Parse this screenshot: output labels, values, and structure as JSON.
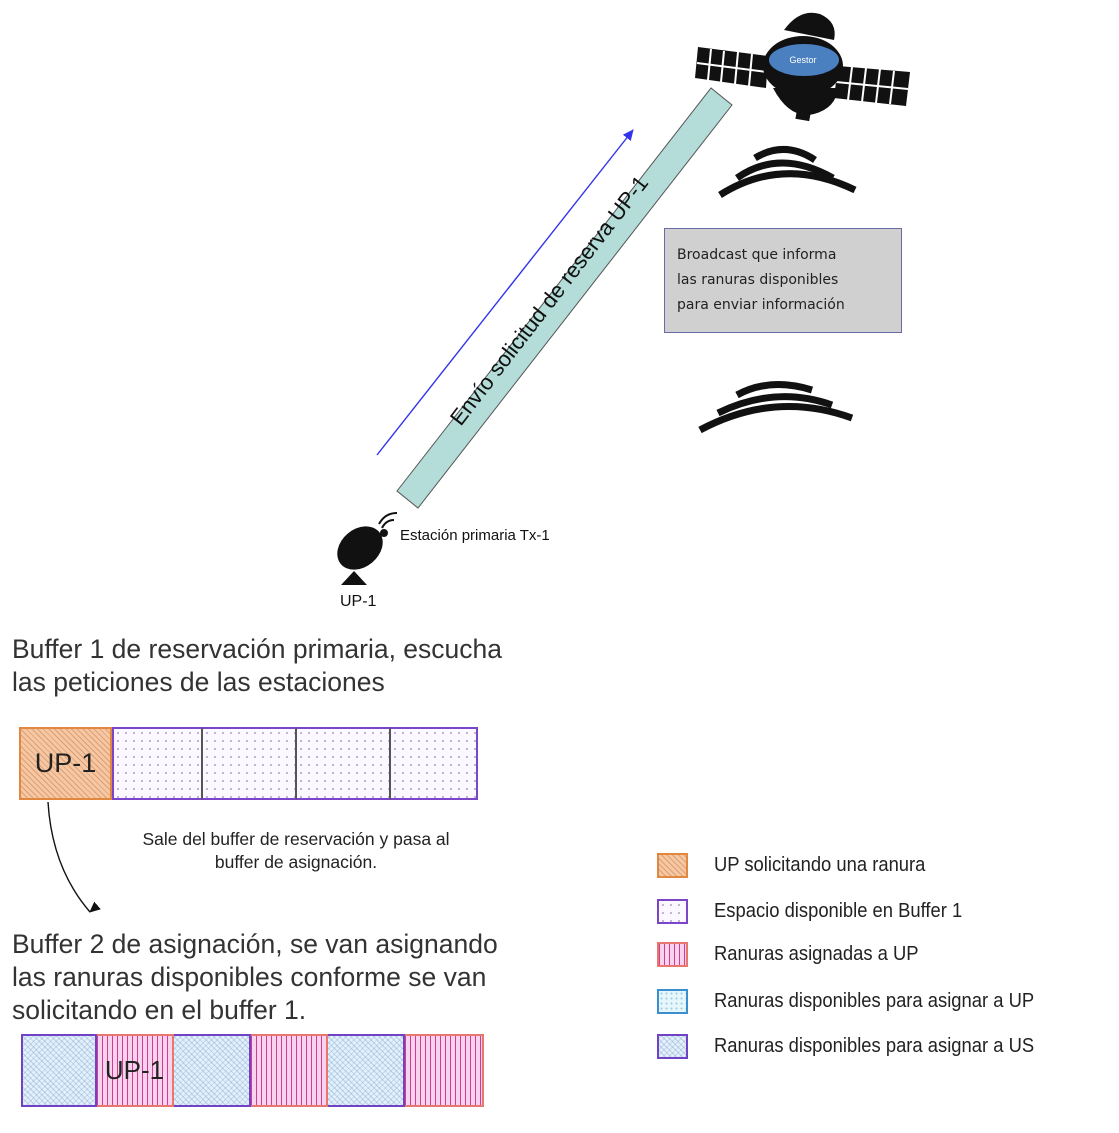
{
  "satellite": {
    "label": "Gestor",
    "body_color": "#4a7fc0"
  },
  "uplink_beam": {
    "label": "Envío solicitud de reserva UP-1",
    "fill": "#b4dcd8",
    "arrow_color": "#3333ee"
  },
  "broadcast_box": {
    "lines": [
      "Broadcast que informa",
      "las ranuras disponibles",
      "para enviar información"
    ]
  },
  "station": {
    "label": "Estación primaria Tx-1",
    "id_label": "UP-1"
  },
  "buffer1": {
    "heading_lines": [
      "Buffer 1 de reservación primaria, escucha",
      "las peticiones de las estaciones"
    ],
    "cells": [
      {
        "pattern": "orange",
        "label": "UP-1"
      },
      {
        "pattern": "dots",
        "label": ""
      },
      {
        "pattern": "dots",
        "label": ""
      },
      {
        "pattern": "dots",
        "label": ""
      },
      {
        "pattern": "dots",
        "label": ""
      }
    ]
  },
  "transfer_note": {
    "lines": [
      "Sale del buffer de reservación y pasa al",
      "buffer de asignación."
    ]
  },
  "buffer2": {
    "heading_lines": [
      "Buffer 2 de asignación, se van asignando",
      "las ranuras disponibles conforme se van",
      "solicitando en el buffer 1."
    ],
    "cells": [
      {
        "pattern": "blue",
        "label": ""
      },
      {
        "pattern": "pink",
        "label": "UP-1"
      },
      {
        "pattern": "blue",
        "label": ""
      },
      {
        "pattern": "pink",
        "label": ""
      },
      {
        "pattern": "blue",
        "label": ""
      },
      {
        "pattern": "pink",
        "label": ""
      }
    ]
  },
  "legend": {
    "items": [
      {
        "pattern": "orange",
        "label": "UP solicitando una ranura"
      },
      {
        "pattern": "dots",
        "label": "Espacio disponible en Buffer 1"
      },
      {
        "pattern": "pink",
        "label": "Ranuras asignadas a UP"
      },
      {
        "pattern": "lightblue",
        "label": "Ranuras disponibles para asignar a UP"
      },
      {
        "pattern": "blue",
        "label": "Ranuras disponibles para asignar a US"
      }
    ]
  }
}
